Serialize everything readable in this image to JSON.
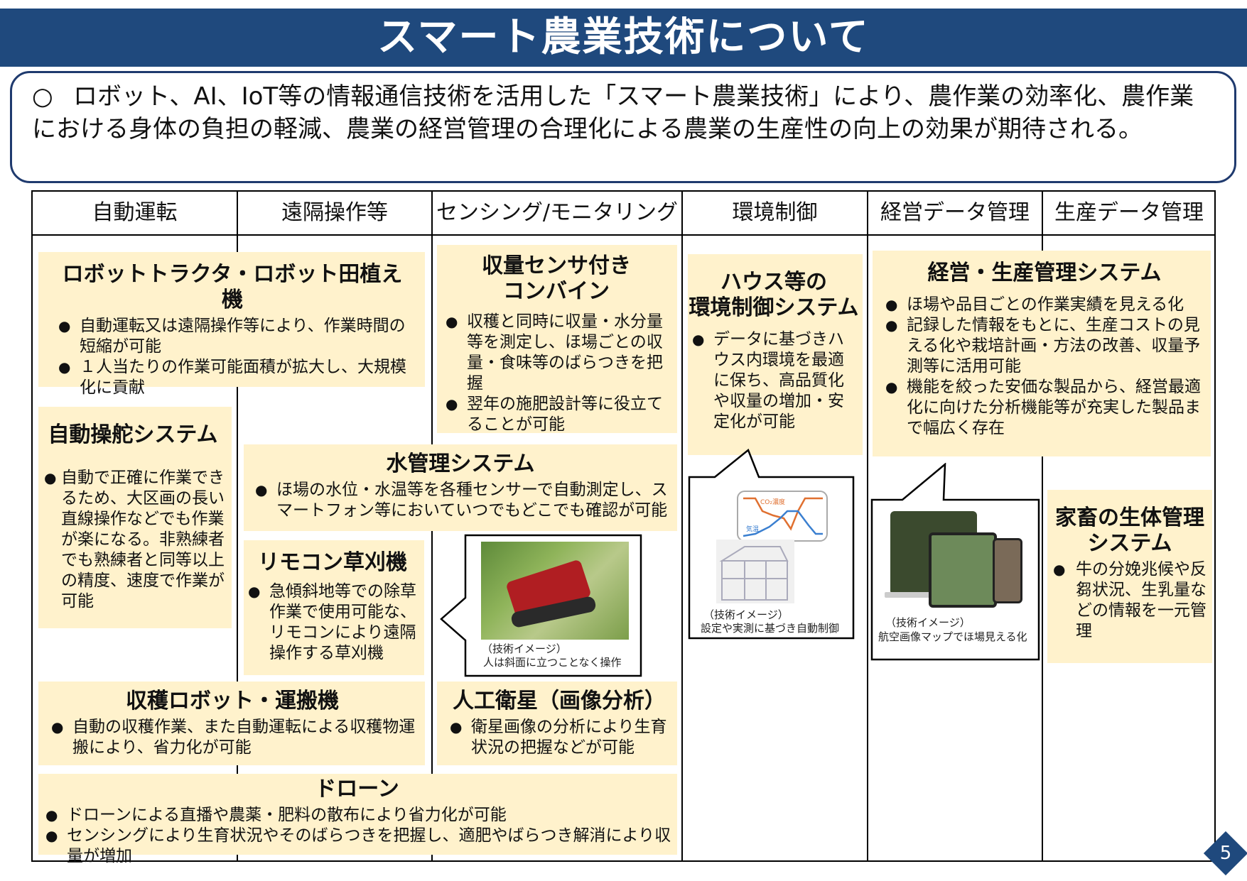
{
  "header": {
    "title": "スマート農業技術について"
  },
  "intro": {
    "marker": "○",
    "text": "ロボット、AI、IoT等の情報通信技術を活用した「スマート農業技術」により、農作業の効率化、農作業における身体の負担の軽減、農業の経営管理の合理化による農業の生産性の向上の効果が期待される。"
  },
  "columns": [
    {
      "label": "自動運転"
    },
    {
      "label": "遠隔操作等"
    },
    {
      "label": "センシング/モニタリング"
    },
    {
      "label": "環境制御"
    },
    {
      "label": "経営データ管理"
    },
    {
      "label": "生産データ管理"
    }
  ],
  "cards": {
    "robot_tractor": {
      "title": "ロボットトラクタ・ロボット田植え機",
      "bullets": [
        "自動運転又は遠隔操作等により、作業時間の短縮が可能",
        "１人当たりの作業可能面積が拡大し、大規模化に貢献"
      ]
    },
    "auto_steering": {
      "title": "自動操舵システム",
      "bullets": [
        "自動で正確に作業できるため、大区画の長い直線操作などでも作業が楽になる。非熟練者でも熟練者と同等以上の精度、速度で作業が可能"
      ]
    },
    "yield_combine": {
      "title_line1": "収量センサ付き",
      "title_line2": "コンバイン",
      "bullets": [
        "収穫と同時に収量・水分量等を測定し、ほ場ごとの収量・食味等のばらつきを把握",
        "翌年の施肥設計等に役立てることが可能"
      ]
    },
    "water_mgmt": {
      "title": "水管理システム",
      "bullets": [
        "ほ場の水位・水温等を各種センサーで自動測定し、スマートフォン等においていつでもどこでも確認が可能"
      ]
    },
    "remote_mower": {
      "title": "リモコン草刈機",
      "bullets": [
        "急傾斜地等での除草作業で使用可能な、リモコンにより遠隔操作する草刈機"
      ]
    },
    "house_env": {
      "title_line1": "ハウス等の",
      "title_line2": "環境制御システム",
      "bullets": [
        "データに基づきハウス内環境を最適に保ち、高品質化や収量の増加・安定化が可能"
      ]
    },
    "mgmt_prod": {
      "title": "経営・生産管理システム",
      "bullets": [
        "ほ場や品目ごとの作業実績を見える化",
        "記録した情報をもとに、生産コストの見える化や栽培計画・方法の改善、収量予測等に活用可能",
        "機能を絞った安価な製品から、経営最適化に向けた分析機能等が充実した製品まで幅広く存在"
      ]
    },
    "livestock": {
      "title_line1": "家畜の生体管理",
      "title_line2": "システム",
      "bullets": [
        "牛の分娩兆候や反芻状況、生乳量などの情報を一元管理"
      ]
    },
    "harvest_robot": {
      "title": "収穫ロボット・運搬機",
      "bullets": [
        "自動の収穫作業、また自動運転による収穫物運搬により、省力化が可能"
      ]
    },
    "satellite": {
      "title": "人工衛星（画像分析）",
      "bullets": [
        "衛星画像の分析により生育状況の把握などが可能"
      ]
    },
    "drone": {
      "title": "ドローン",
      "bullets": [
        "ドローンによる直播や農薬・肥料の散布により省力化が可能",
        "センシングにより生育状況やそのばらつきを把握し、適肥やばらつき解消により収量が増加"
      ]
    }
  },
  "images": {
    "mower": {
      "caption_line1": "（技術イメージ）",
      "caption_line2": "人は斜面に立つことなく操作"
    },
    "greenhouse": {
      "caption_line1": "（技術イメージ）",
      "caption_line2": "設定や実測に基づき自動制御",
      "chart_label_co2": "CO₂濃度",
      "chart_label_temp": "気温",
      "co2_color": "#e07030",
      "temp_color": "#3a7fd0"
    },
    "map": {
      "caption_line1": "（技術イメージ）",
      "caption_line2": "航空画像マップでほ場見える化"
    }
  },
  "footer": {
    "page_number": "5"
  },
  "colors": {
    "title_bg": "#1f497d",
    "card_bg": "#fff2cc",
    "border": "#000000"
  }
}
